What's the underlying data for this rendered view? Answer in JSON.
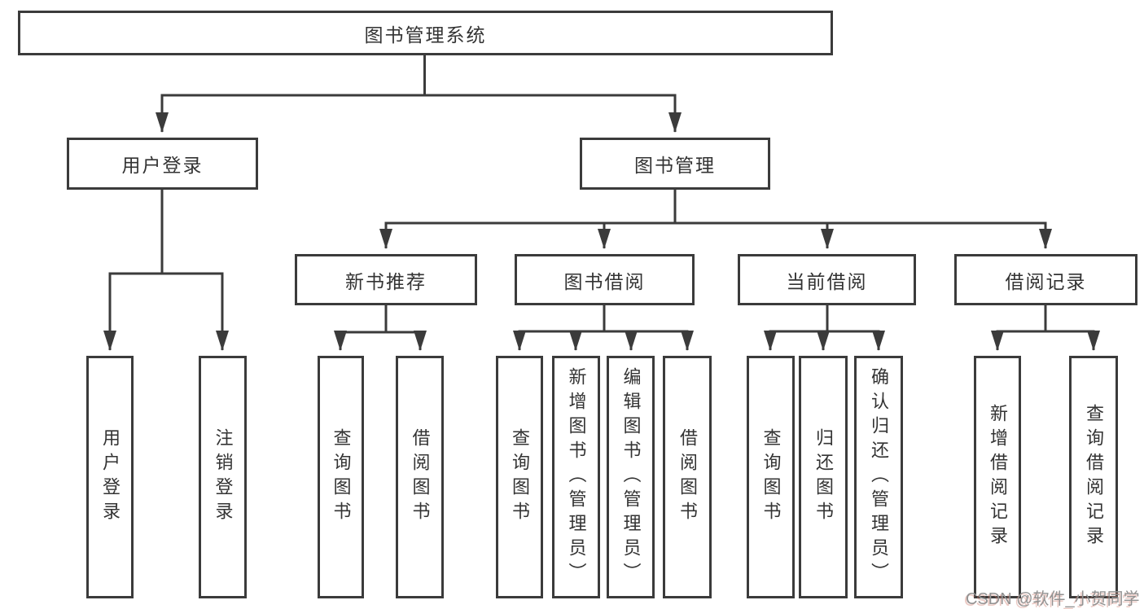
{
  "diagram_title": "图书管理系统",
  "tree": {
    "label": "图书管理系统",
    "children": [
      {
        "label": "用户登录",
        "children": [
          {
            "label": "用户登录"
          },
          {
            "label": "注销登录"
          }
        ]
      },
      {
        "label": "图书管理",
        "children": [
          {
            "label": "新书推荐",
            "children": [
              {
                "label": "查询图书"
              },
              {
                "label": "借阅图书"
              }
            ]
          },
          {
            "label": "图书借阅",
            "children": [
              {
                "label": "查询图书"
              },
              {
                "label": "新增图书（管理员）"
              },
              {
                "label": "编辑图书（管理员）"
              },
              {
                "label": "借阅图书"
              }
            ]
          },
          {
            "label": "当前借阅",
            "children": [
              {
                "label": "查询图书"
              },
              {
                "label": "归还图书"
              },
              {
                "label": "确认归还（管理员）"
              }
            ]
          },
          {
            "label": "借阅记录",
            "children": [
              {
                "label": "新增借阅记录"
              },
              {
                "label": "查询借阅记录"
              }
            ]
          }
        ]
      }
    ]
  },
  "watermark": {
    "text": "CSDN @软件_小贺同学"
  },
  "colors": {
    "line": "#3b3b3b",
    "box_border": "#3b3b3b",
    "text": "#333333",
    "watermark_text": "#929292",
    "background": "#ffffff"
  }
}
